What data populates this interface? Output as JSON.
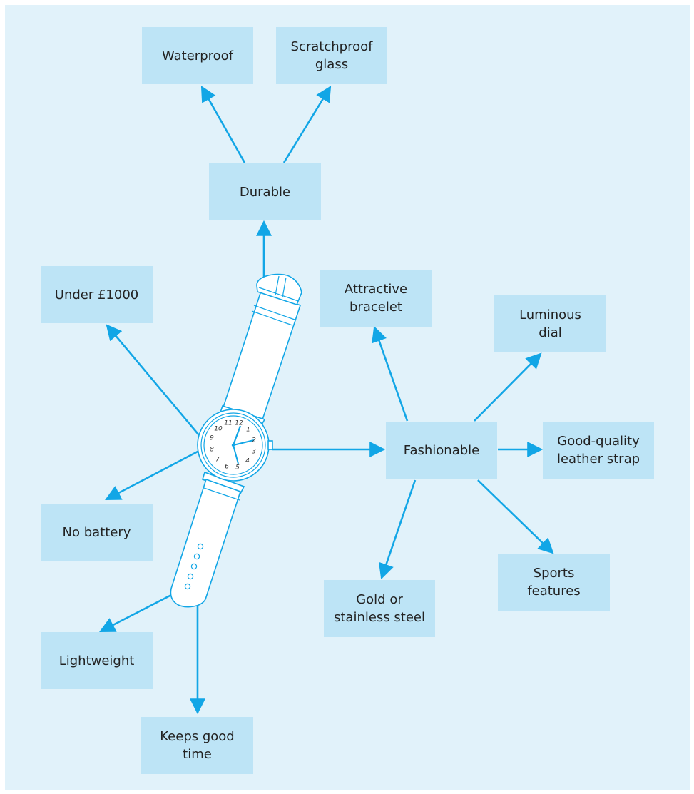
{
  "diagram": {
    "nodes": {
      "waterproof": "Waterproof",
      "scratchproof": "Scratchproof\nglass",
      "durable": "Durable",
      "under1000": "Under £1000",
      "no_battery": "No battery",
      "lightweight": "Lightweight",
      "keeps_good_time": "Keeps good\ntime",
      "attractive_bracelet": "Attractive\nbracelet",
      "luminous_dial": "Luminous\ndial",
      "fashionable": "Fashionable",
      "leather_strap": "Good-quality\nleather strap",
      "gold_steel": "Gold or\nstainless steel",
      "sports_features": "Sports\nfeatures"
    },
    "dial_numbers": [
      "12",
      "1",
      "2",
      "3",
      "4",
      "5",
      "6",
      "7",
      "8",
      "9",
      "10",
      "11"
    ],
    "colors": {
      "background": "#e1f2fa",
      "box": "#bde4f6",
      "arrow": "#12a6e6"
    }
  }
}
